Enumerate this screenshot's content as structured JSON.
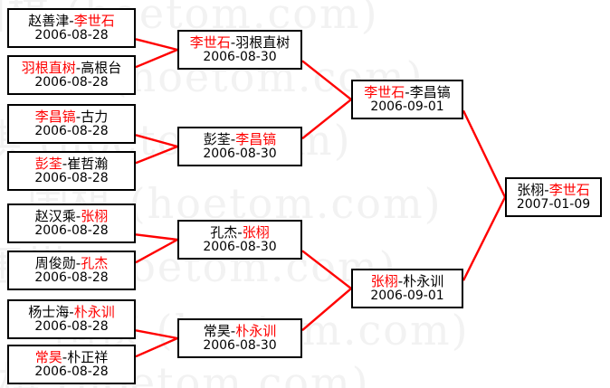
{
  "watermark": {
    "text": "围棋 (hoetom.com)",
    "color": "#f2f2f2"
  },
  "theme": {
    "winner_color": "#ff0000",
    "loser_color": "#000000",
    "box_border_color": "#000000",
    "connector_color": "#ff0000",
    "background": "#ffffff"
  },
  "rounds": [
    {
      "name": "round-of-16",
      "matches": [
        {
          "left": "赵善津",
          "right": "李世石",
          "winner": "right",
          "date": "2006-08-28"
        },
        {
          "left": "羽根直树",
          "right": "高根台",
          "winner": "left",
          "date": "2006-08-28"
        },
        {
          "left": "李昌镐",
          "right": "古力",
          "winner": "left",
          "date": "2006-08-28"
        },
        {
          "left": "彭荃",
          "right": "崔哲瀚",
          "winner": "left",
          "date": "2006-08-28"
        },
        {
          "left": "赵汉乘",
          "right": "张栩",
          "winner": "right",
          "date": "2006-08-28"
        },
        {
          "left": "周俊勋",
          "right": "孔杰",
          "winner": "right",
          "date": "2006-08-28"
        },
        {
          "left": "杨士海",
          "right": "朴永训",
          "winner": "right",
          "date": "2006-08-28"
        },
        {
          "left": "常昊",
          "right": "朴正祥",
          "winner": "left",
          "date": "2006-08-28"
        }
      ]
    },
    {
      "name": "quarterfinals",
      "matches": [
        {
          "left": "李世石",
          "right": "羽根直树",
          "winner": "left",
          "date": "2006-08-30"
        },
        {
          "left": "彭荃",
          "right": "李昌镐",
          "winner": "right",
          "date": "2006-08-30"
        },
        {
          "left": "孔杰",
          "right": "张栩",
          "winner": "right",
          "date": "2006-08-30"
        },
        {
          "left": "常昊",
          "right": "朴永训",
          "winner": "right",
          "date": "2006-08-30"
        }
      ]
    },
    {
      "name": "semifinals",
      "matches": [
        {
          "left": "李世石",
          "right": "李昌镐",
          "winner": "left",
          "date": "2006-09-01"
        },
        {
          "left": "张栩",
          "right": "朴永训",
          "winner": "left",
          "date": "2006-09-01"
        }
      ]
    },
    {
      "name": "final",
      "matches": [
        {
          "left": "张栩",
          "right": "李世石",
          "winner": "right",
          "date": "2007-01-09"
        }
      ]
    }
  ]
}
